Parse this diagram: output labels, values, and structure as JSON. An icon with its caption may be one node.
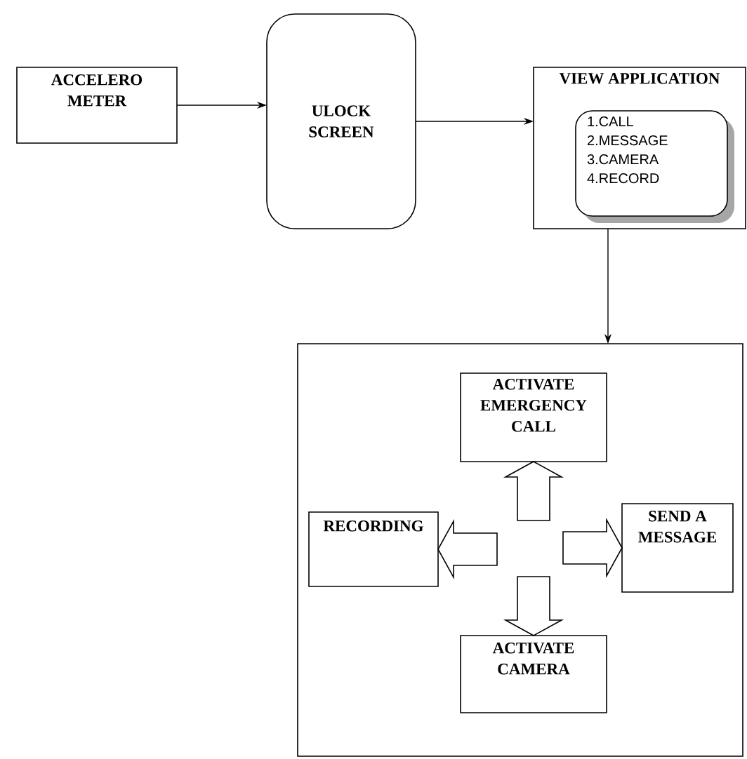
{
  "diagram": {
    "nodes": [
      {
        "text": [
          "ACCELERO METER"
        ]
      },
      {
        "text": [
          "ULOCK SCREEN"
        ]
      },
      {
        "text": [
          "VIEW APPLICATION"
        ]
      },
      {
        "text": [
          "1.CALL",
          "2.MESSAGE",
          "3.CAMERA",
          "4.RECORD"
        ],
        "in": 2
      },
      {
        "text": [],
        "shape": "box"
      },
      {
        "text": [
          "ACTIVATE EMERGENCY CALL"
        ],
        "in": 4
      },
      {
        "text": [
          "RECORDING"
        ],
        "in": 4
      },
      {
        "text": [
          "SEND A MESSAGE"
        ],
        "in": 4
      },
      {
        "text": [
          "ACTIVATE CAMERA"
        ],
        "in": 4
      }
    ],
    "edges": [
      {
        "from": 0,
        "to": 1,
        "arrow": "to"
      },
      {
        "from": 1,
        "to": 2,
        "arrow": "to"
      },
      {
        "from": 2,
        "to": 4,
        "arrow": "to"
      },
      {
        "from": null,
        "to": 5,
        "arrow": "to"
      },
      {
        "from": null,
        "to": 6,
        "arrow": "to"
      },
      {
        "from": null,
        "to": 7,
        "arrow": "to"
      },
      {
        "from": null,
        "to": 8,
        "arrow": "to"
      }
    ]
  }
}
